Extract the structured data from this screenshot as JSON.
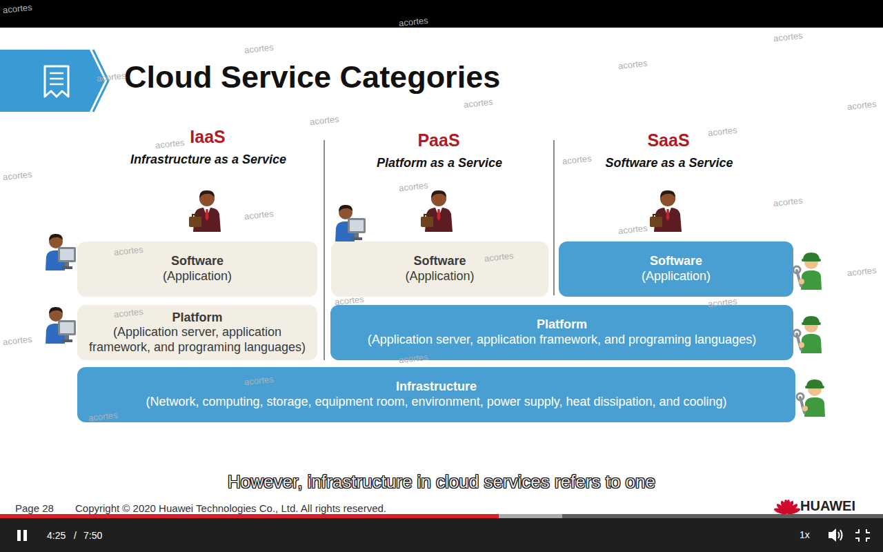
{
  "diagram": {
    "title": "Cloud Service Categories",
    "nodes": [
      {
        "text": [
          "Software",
          "(Application)"
        ]
      },
      {
        "text": [
          "Software",
          "(Application)"
        ]
      },
      {
        "text": [
          "Software",
          "(Application)"
        ]
      },
      {
        "text": [
          "Platform",
          "(Application server, application framework, and programing languages)"
        ]
      },
      {
        "text": [
          "Platform",
          "(Application server, application framework, and programing languages)"
        ]
      },
      {
        "text": [
          "Infrastructure",
          "(Network, computing, storage, equipment room, environment, power supply, heat dissipation, and cooling)"
        ]
      }
    ],
    "labels": [
      "IaaS",
      "Infrastructure as a Service",
      "PaaS",
      "Platform as a Service",
      "SaaS",
      "Software as a Service",
      "However, infrastructure in cloud services refers to one",
      "Page 28",
      "Copyright © 2020 Huawei Technologies Co., Ltd. All rights reserved.",
      "HUAWEI",
      "4:25",
      "/",
      "7:50",
      "1x",
      "acortes",
      "acortes",
      "acortes",
      "acortes",
      "acortes",
      "acortes",
      "acortes",
      "acortes",
      "acortes",
      "acortes",
      "acortes",
      "acortes",
      "acortes",
      "acortes",
      "acortes",
      "acortes",
      "acortes",
      "acortes",
      "acortes",
      "acortes",
      "acortes",
      "acortes",
      "acortes",
      "acortes",
      "acortes",
      "acortes",
      "acortes"
    ]
  }
}
